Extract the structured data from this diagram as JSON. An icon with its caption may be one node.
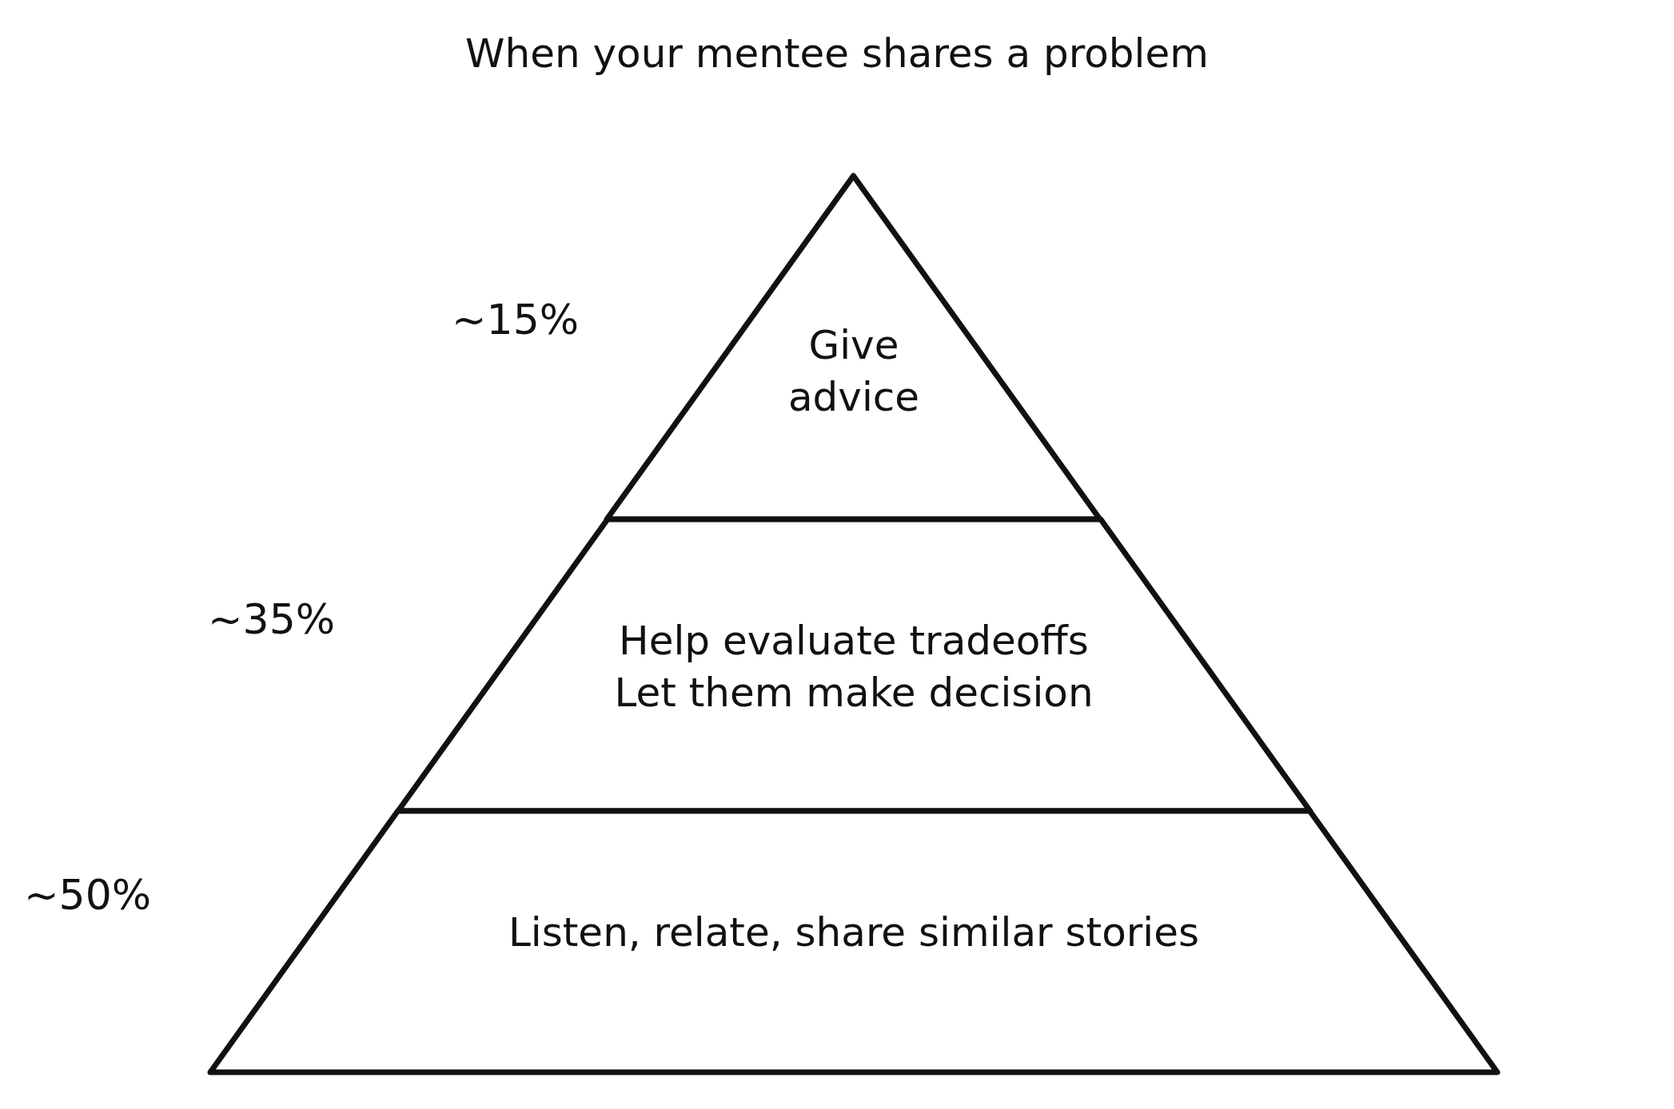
{
  "diagram": {
    "title": "When your mentee shares a problem",
    "nodes": [
      {
        "text": [
          "Give advice"
        ],
        "beside": [
          "~15%"
        ]
      },
      {
        "text": [
          "Help evaluate tradeoffs",
          "Let them make decision"
        ],
        "beside": [
          "~35%"
        ]
      },
      {
        "text": [
          "Listen, relate, share similar stories"
        ],
        "beside": [
          "~50%"
        ]
      }
    ]
  }
}
